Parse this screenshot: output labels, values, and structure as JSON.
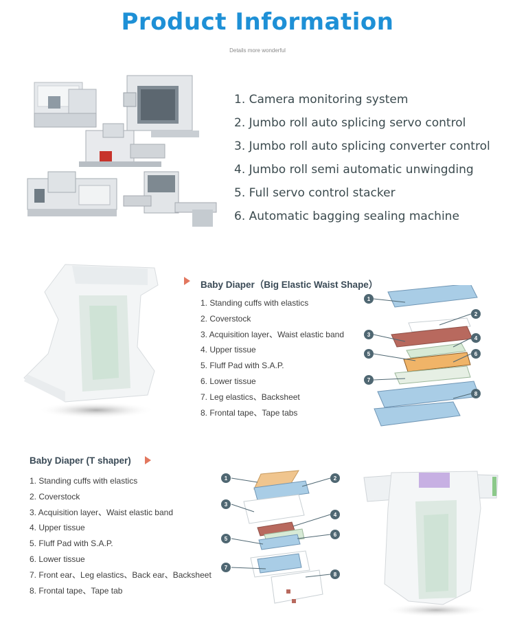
{
  "header": {
    "title": "Product Information",
    "subtitle": "Details more wonderful"
  },
  "features": [
    "1. Camera monitoring system",
    "2. Jumbo roll auto splicing servo control",
    "3. Jumbo roll auto splicing converter control",
    "4. Jumbo roll semi automatic unwingding",
    "5. Full servo control stacker",
    "6. Automatic bagging sealing machine"
  ],
  "big_waist": {
    "title": "Baby Diaper（Big Elastic Waist Shape）",
    "items": [
      "1. Standing cuffs with elastics",
      "2. Coverstock",
      "3. Acquisition layer、Waist elastic band",
      "4. Upper tissue",
      "5. Fluff Pad with S.A.P.",
      "6. Lower tissue",
      "7. Leg elastics、Backsheet",
      "8. Frontal tape、Tape tabs"
    ],
    "badges": [
      "1",
      "2",
      "3",
      "4",
      "5",
      "6",
      "7",
      "8"
    ]
  },
  "t_shaper": {
    "title": "Baby Diaper (T shaper)",
    "items": [
      "1. Standing cuffs with elastics",
      "2. Coverstock",
      "3. Acquisition layer、Waist elastic band",
      "4. Upper tissue",
      "5. Fluff Pad with S.A.P.",
      "6. Lower tissue",
      "7. Front ear、Leg elastics、Back ear、Backsheet",
      "8. Frontal tape、Tape tab"
    ],
    "badges": [
      "1",
      "2",
      "3",
      "4",
      "5",
      "6",
      "7",
      "8"
    ]
  },
  "colors": {
    "title_blue": "#1e90d6",
    "arrow": "#e2775f",
    "badge": "#4f6772",
    "layer_blue": "#a9cde6",
    "layer_red": "#b8695e",
    "layer_green": "#d7ead6",
    "layer_orange": "#f0b468"
  }
}
